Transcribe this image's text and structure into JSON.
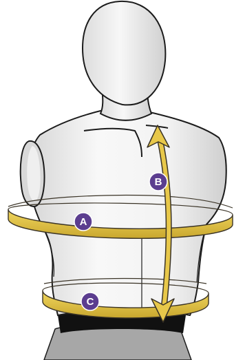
{
  "diagram": {
    "markers": [
      {
        "id": "A",
        "label": "A"
      },
      {
        "id": "B",
        "label": "B"
      },
      {
        "id": "C",
        "label": "C"
      }
    ]
  },
  "colors": {
    "tape": "#e8c84a",
    "tape_outline": "#3a3326",
    "marker": "#5b3d8f",
    "mannequin_light": "#f2f2f2",
    "mannequin_shadow": "#c9c9c9",
    "mannequin_outline": "#1b1b1b",
    "base_black": "#111111",
    "base_gray": "#a7a7a7"
  }
}
